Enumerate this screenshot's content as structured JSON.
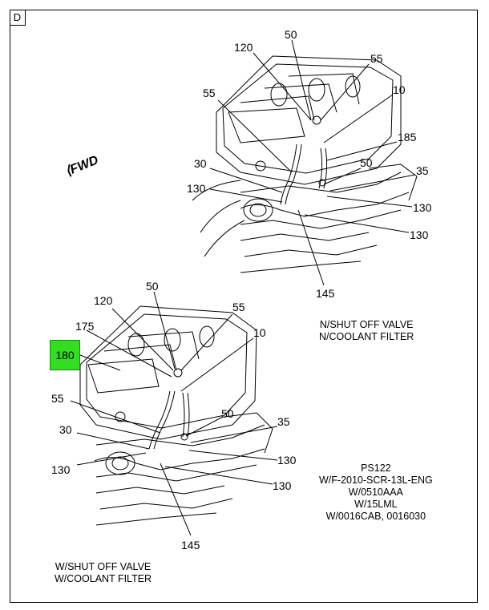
{
  "section_letter": "D",
  "direction_label": "FWD",
  "highlight": {
    "label": "180",
    "color": "#33dd22"
  },
  "top_view": {
    "callouts": [
      "50",
      "120",
      "55",
      "10",
      "55",
      "185",
      "30",
      "50",
      "35",
      "130",
      "130",
      "130",
      "145"
    ],
    "note": [
      "N/SHUT OFF VALVE",
      "N/COOLANT FILTER"
    ]
  },
  "bottom_view": {
    "callouts": [
      "50",
      "120",
      "55",
      "175",
      "10",
      "55",
      "50",
      "35",
      "30",
      "130",
      "130",
      "130",
      "145"
    ],
    "note": [
      "W/SHUT OFF VALVE",
      "W/COOLANT FILTER"
    ]
  },
  "applicability": [
    "PS122",
    "W/F-2010-SCR-13L-ENG",
    "W/0510AAA",
    "W/15LML",
    "W/0016CAB, 0016030"
  ]
}
